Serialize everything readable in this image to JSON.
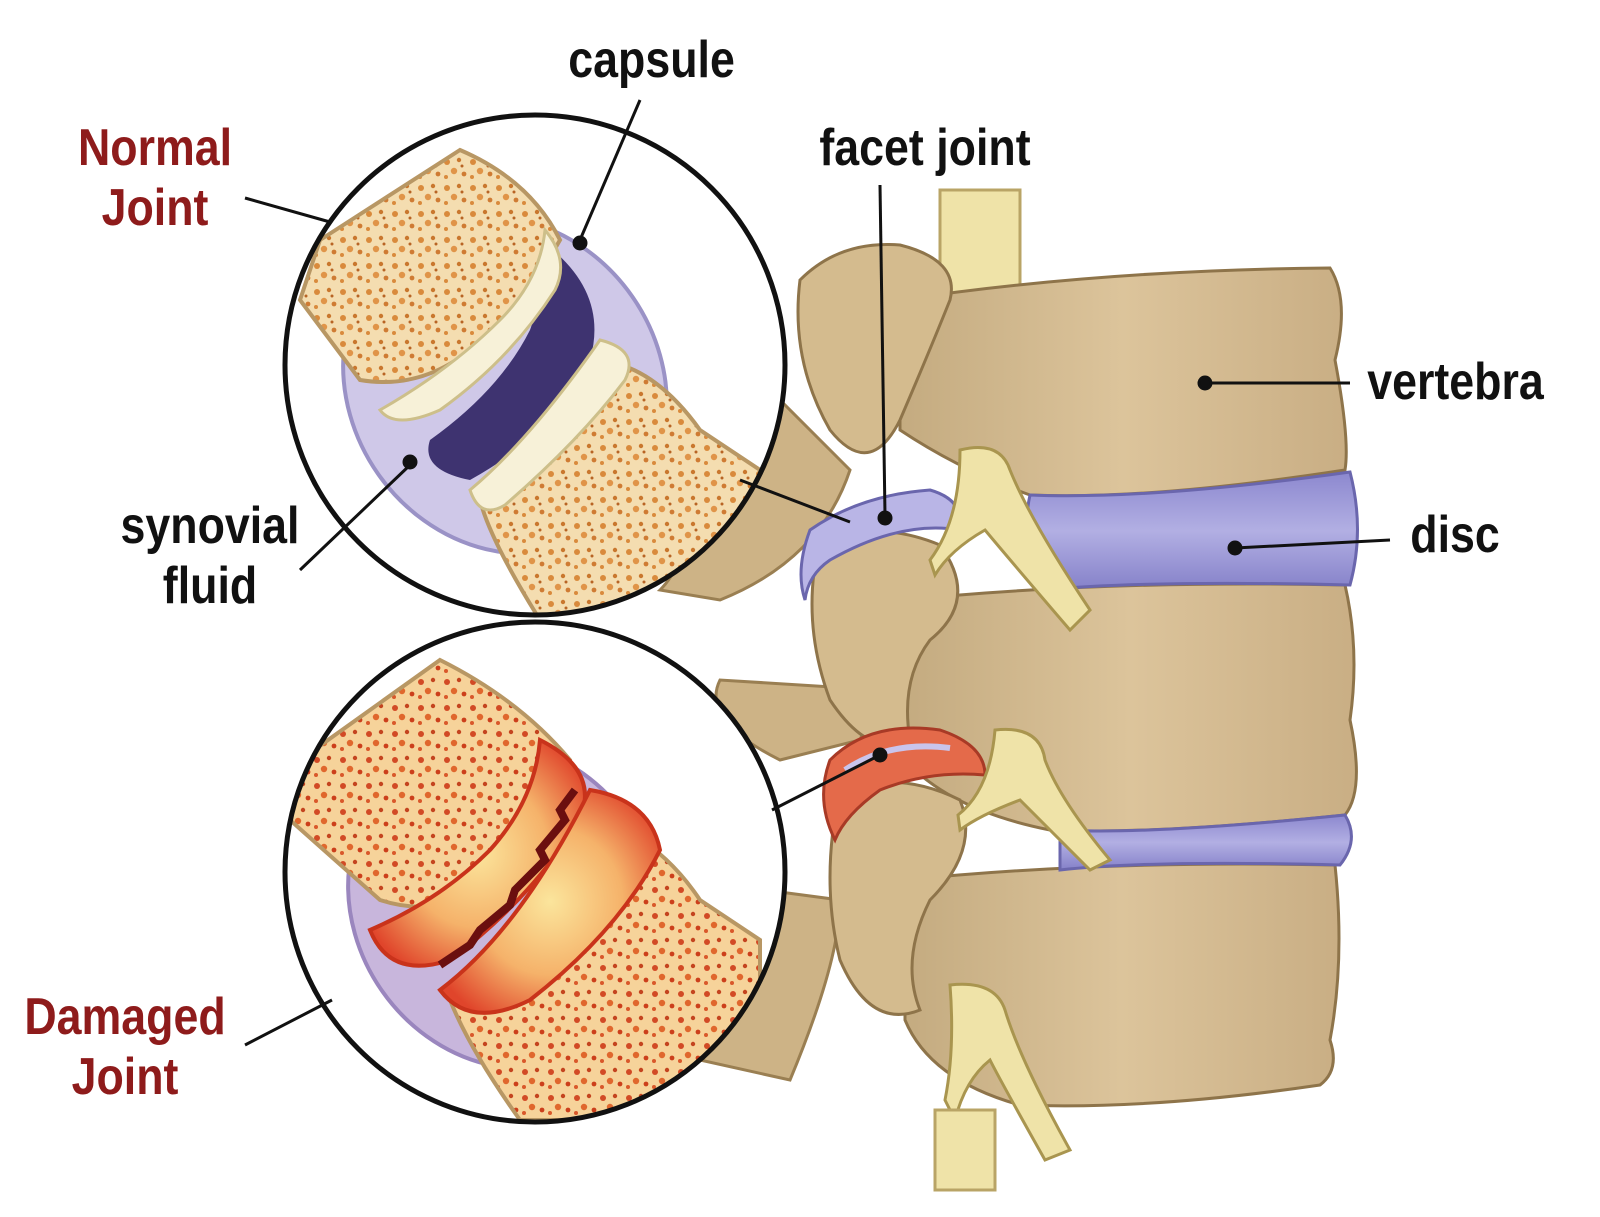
{
  "labels": {
    "capsule": "capsule",
    "facet_joint": "facet joint",
    "normal_joint": [
      "Normal",
      "Joint"
    ],
    "vertebra": "vertebra",
    "synovial_fluid": [
      "synovial",
      "fluid"
    ],
    "disc": "disc",
    "damaged_joint": [
      "Damaged",
      "Joint"
    ]
  },
  "colors": {
    "label_text": "#111111",
    "condition_label": "#8e1b1b",
    "bone": "#d9c29a",
    "bone_shadow": "#b59a6c",
    "marrow": "#f3d9a8",
    "cartilage": "#f7f1d8",
    "capsule": "#cfc8e8",
    "synovial_fluid": "#3e3370",
    "disc": "#9b97d6",
    "nerve": "#efe3a8",
    "inflammation": "#e0452b"
  }
}
